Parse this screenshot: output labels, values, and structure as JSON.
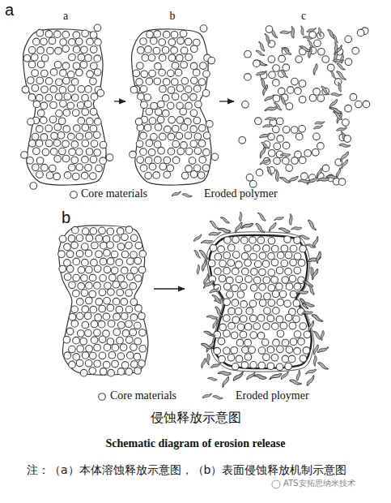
{
  "diagram": {
    "title": "侵蚀释放示意图",
    "caption": "注：（a）本体溶蚀释放示意图，（b）表面侵蚀释放机制示意图",
    "nodes": [
      {
        "text": [
          "a"
        ]
      },
      {
        "text": [
          "b"
        ]
      },
      {
        "text": [
          "c"
        ]
      }
    ],
    "edges": [
      {
        "from": 0,
        "to": 1,
        "arrow": "to"
      },
      {
        "from": 1,
        "to": 2,
        "arrow": "to"
      }
    ],
    "labels": [
      "a",
      "b",
      "Schematic diagram of erosion release",
      "ATS安拓思纳米技术"
    ],
    "legend": [
      {
        "text": "Core materials"
      },
      {
        "text": "Eroded polymer"
      },
      {
        "text": "Core materials"
      },
      {
        "text": "Eroded ploymer"
      }
    ]
  }
}
